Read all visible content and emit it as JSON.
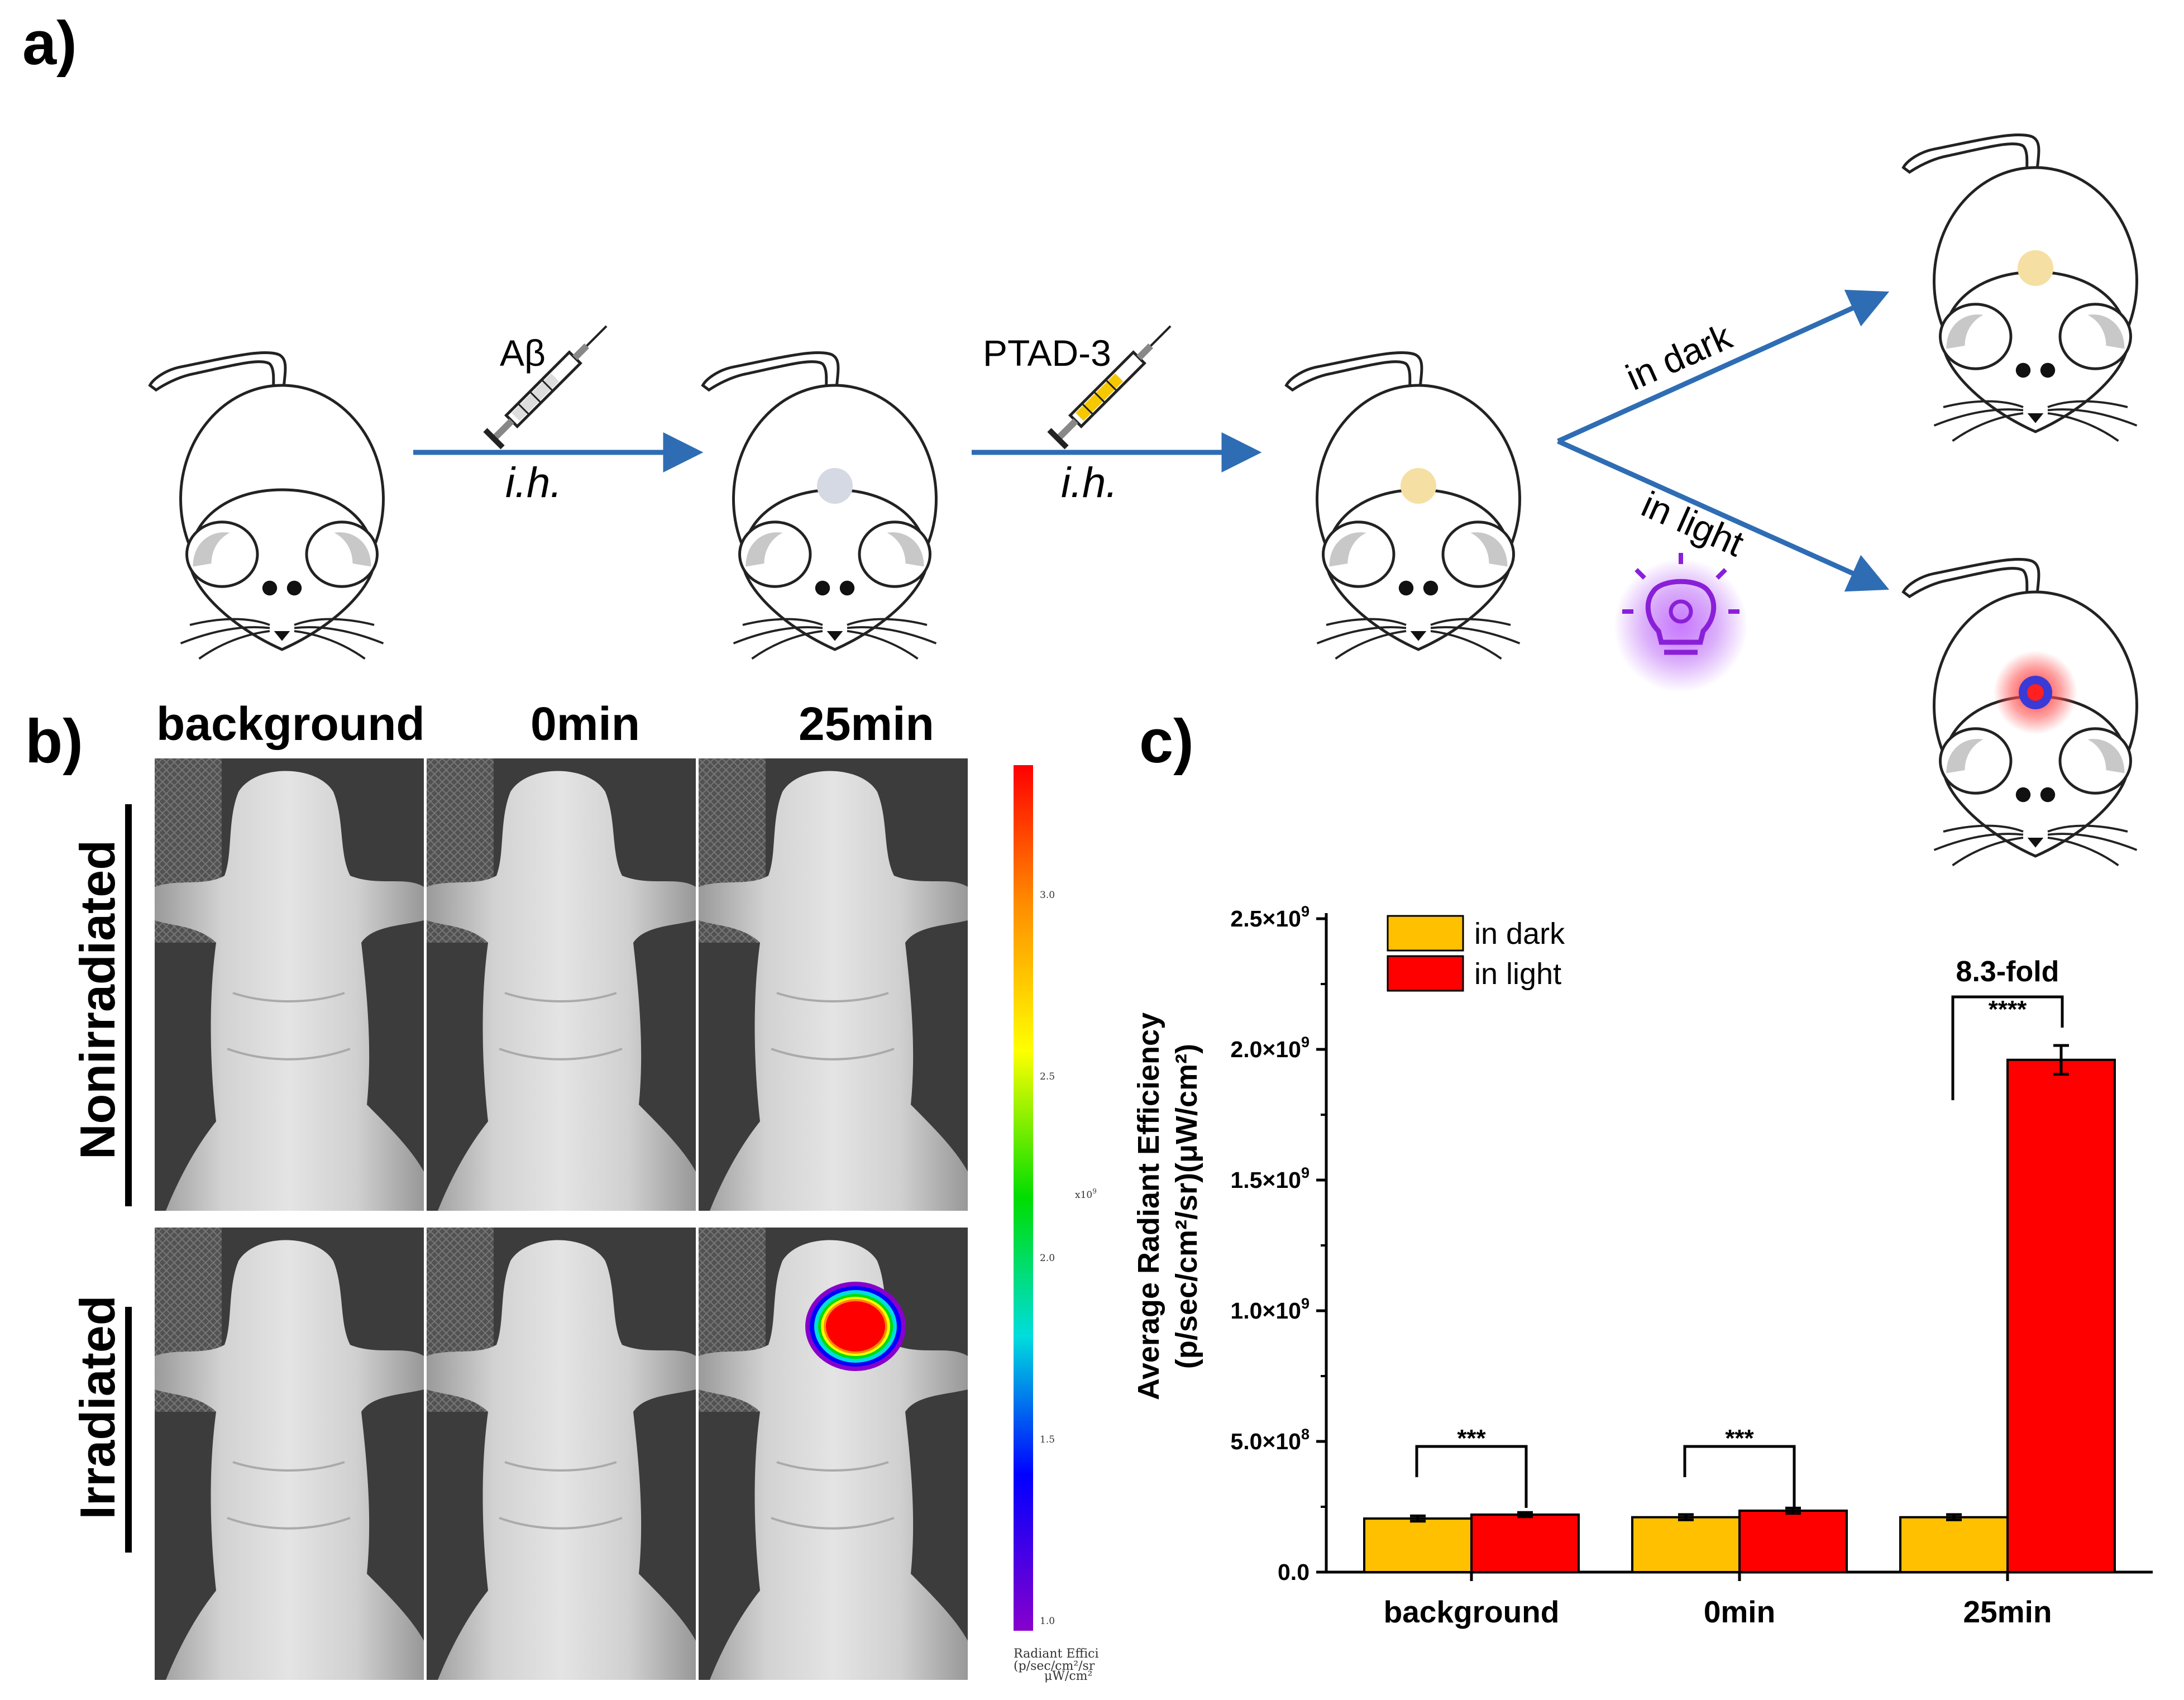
{
  "panel_a": {
    "label": "a)",
    "step1": {
      "agent": "Aβ",
      "route": "i.h."
    },
    "step2": {
      "agent": "PTAD-3",
      "route": "i.h."
    },
    "branch_dark": "in dark",
    "branch_light": "in light",
    "icon": "light-bulb-icon",
    "colors": {
      "arrow": "#2e6db4",
      "abeta_spot": "#d4d9e3",
      "ptad_spot": "#f6dfa2",
      "glow": "#a53cf0",
      "signal": "#ff3b3b",
      "signal_core": "#3a3ad6"
    }
  },
  "panel_b": {
    "label": "b)",
    "columns": [
      "background",
      "0min",
      "25min"
    ],
    "rows": [
      "Nonirradiated",
      "Irradiated"
    ],
    "scale": {
      "ticks": [
        "3.0",
        "2.5",
        "2.0",
        "1.5",
        "1.0"
      ],
      "multiplier": "x10",
      "multiplier_exp": "9",
      "unit_line1": "Radiant Effici",
      "unit_line2": "(p/sec/cm²/sr",
      "unit_line3": "μW/cm²",
      "colors": [
        "#ff0000",
        "#ff8c00",
        "#ffff00",
        "#00dd00",
        "#00dddd",
        "#0000ff",
        "#8800cc"
      ]
    }
  },
  "panel_c": {
    "label": "c)",
    "ylabel_line1": "Average Radiant Efficiency",
    "ylabel_line2": "(p/sec/cm²/sr)(μW/cm²)",
    "legend": [
      "in dark",
      "in light"
    ],
    "significance": [
      "***",
      "***",
      "****"
    ],
    "fold_label": "8.3-fold",
    "yticks": [
      {
        "mant": "0.0",
        "exp": ""
      },
      {
        "mant": "5.0×10",
        "exp": "8"
      },
      {
        "mant": "1.0×10",
        "exp": "9"
      },
      {
        "mant": "1.5×10",
        "exp": "9"
      },
      {
        "mant": "2.0×10",
        "exp": "9"
      },
      {
        "mant": "2.5×10",
        "exp": "9"
      }
    ]
  },
  "chart_data": {
    "type": "bar",
    "categories": [
      "background",
      "0min",
      "25min"
    ],
    "series": [
      {
        "name": "in dark",
        "values": [
          205000000.0,
          210000000.0,
          210000000.0
        ],
        "errors": [
          10000000.0,
          10000000.0,
          10000000.0
        ],
        "color": "#ffc000"
      },
      {
        "name": "in light",
        "values": [
          220000000.0,
          235000000.0,
          1960000000.0
        ],
        "errors": [
          8000000.0,
          10000000.0,
          55000000.0
        ],
        "color": "#ff0000"
      }
    ],
    "ylabel": "Average Radiant Efficiency (p/sec/cm²/sr)(μW/cm²)",
    "xlabel": "",
    "ylim": [
      0,
      2500000000.0
    ],
    "yticks": [
      0,
      500000000.0,
      1000000000.0,
      1500000000.0,
      2000000000.0,
      2500000000.0
    ],
    "annotations": [
      {
        "between": "background",
        "text": "***"
      },
      {
        "between": "0min",
        "text": "***"
      },
      {
        "between": "25min",
        "text": "****"
      },
      {
        "between": "25min",
        "text": "8.3-fold"
      }
    ],
    "legend_position": "top-left",
    "grid": false
  }
}
